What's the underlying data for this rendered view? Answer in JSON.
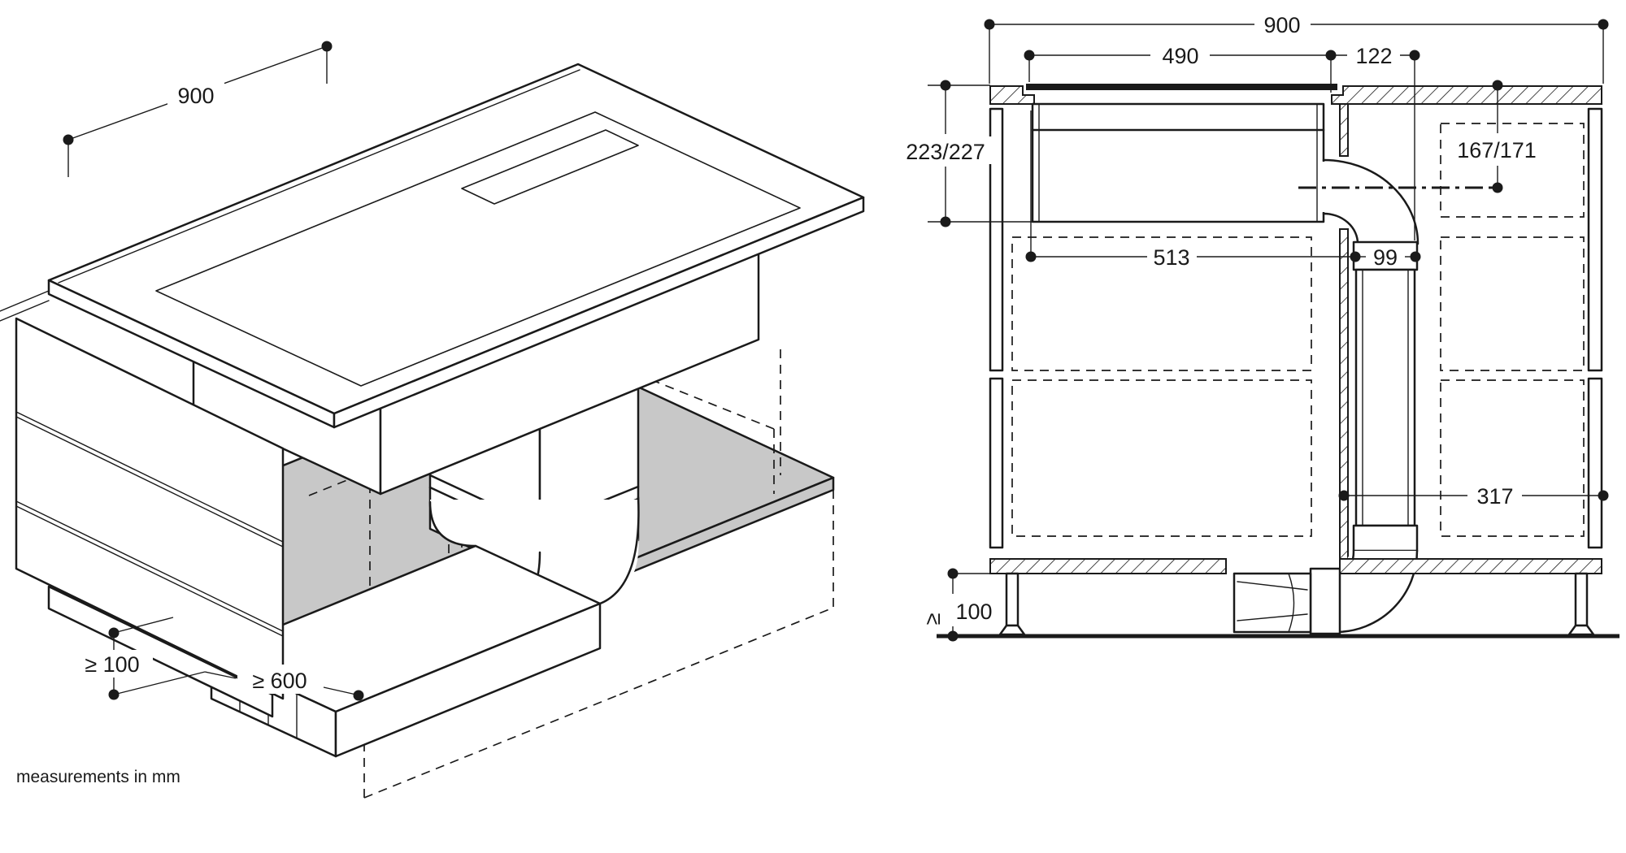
{
  "colors": {
    "line": "#1a1a1a",
    "shelf_gray": "#c8c8c8",
    "paper": "#ffffff"
  },
  "footer": {
    "note": "measurements in mm"
  },
  "isometric_view": {
    "dim_worktop_depth": "900",
    "dim_plinth_clearance": "≥ 100",
    "dim_front_clearance": "≥ 600"
  },
  "section_view": {
    "dim_worktop_width": "900",
    "dim_cutout_width": "490",
    "dim_cutout_to_duct": "122",
    "dim_unit_height": "223/227",
    "dim_duct_axis_depth": "167/171",
    "dim_cutout_to_duct_left": "513",
    "dim_duct_width": "99",
    "dim_duct_to_side": "317",
    "dim_plinth_symbol": "≥",
    "dim_plinth_value": "100"
  }
}
